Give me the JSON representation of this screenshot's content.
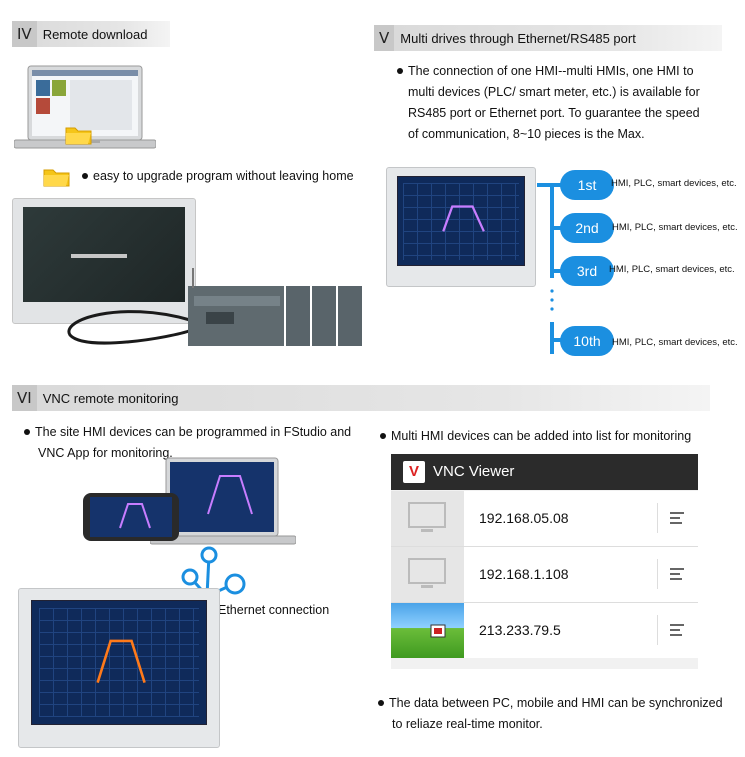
{
  "sections": {
    "iv": {
      "roman": "IV",
      "title": "Remote download",
      "bullet": "easy to upgrade program without leaving home"
    },
    "v": {
      "roman": "V",
      "title": "Multi drives through Ethernet/RS485 port",
      "bullet_lines": [
        "The connection of one HMI--multi HMIs, one HMI to",
        "multi devices (PLC/ smart meter, etc.) is available for",
        "RS485 port or Ethernet port. To guarantee the speed",
        "of communication, 8~10 pieces is the Max."
      ],
      "nodes": [
        {
          "label": "1st",
          "desc": "HMI, PLC, smart devices, etc."
        },
        {
          "label": "2nd",
          "desc": "HMI, PLC, smart devices, etc."
        },
        {
          "label": "3rd",
          "desc": "HMI, PLC, smart devices, etc."
        },
        {
          "label": "10th",
          "desc": "HMI, PLC, smart devices, etc."
        }
      ]
    },
    "vi": {
      "roman": "VI",
      "title": "VNC remote monitoring",
      "bullet_left_lines": [
        "The site HMI devices can be programmed in FStudio and",
        "VNC App for monitoring."
      ],
      "ethernet_label": "Ethernet connection",
      "bullet_right": "Multi HMI devices can be added into list for monitoring",
      "vnc": {
        "app_title": "VNC Viewer",
        "logo_text": "V",
        "hosts": [
          "192.168.05.08",
          "192.168.1.108",
          "213.233.79.5"
        ]
      },
      "bullet_bottom_lines": [
        "The data between PC, mobile and HMI can be synchronized",
        "to reliaze real-time monitor."
      ]
    }
  },
  "colors": {
    "accent_blue": "#1b8fe0",
    "hmi_screen": "#0f2a5a",
    "vnc_header": "#2b2b2b"
  },
  "icons": [
    "folder-icon",
    "laptop-icon",
    "hmi-panel-icon",
    "plc-icon",
    "cable-icon",
    "phone-icon",
    "monitor-icon",
    "network-node-icon",
    "hamburger-menu-icon"
  ]
}
